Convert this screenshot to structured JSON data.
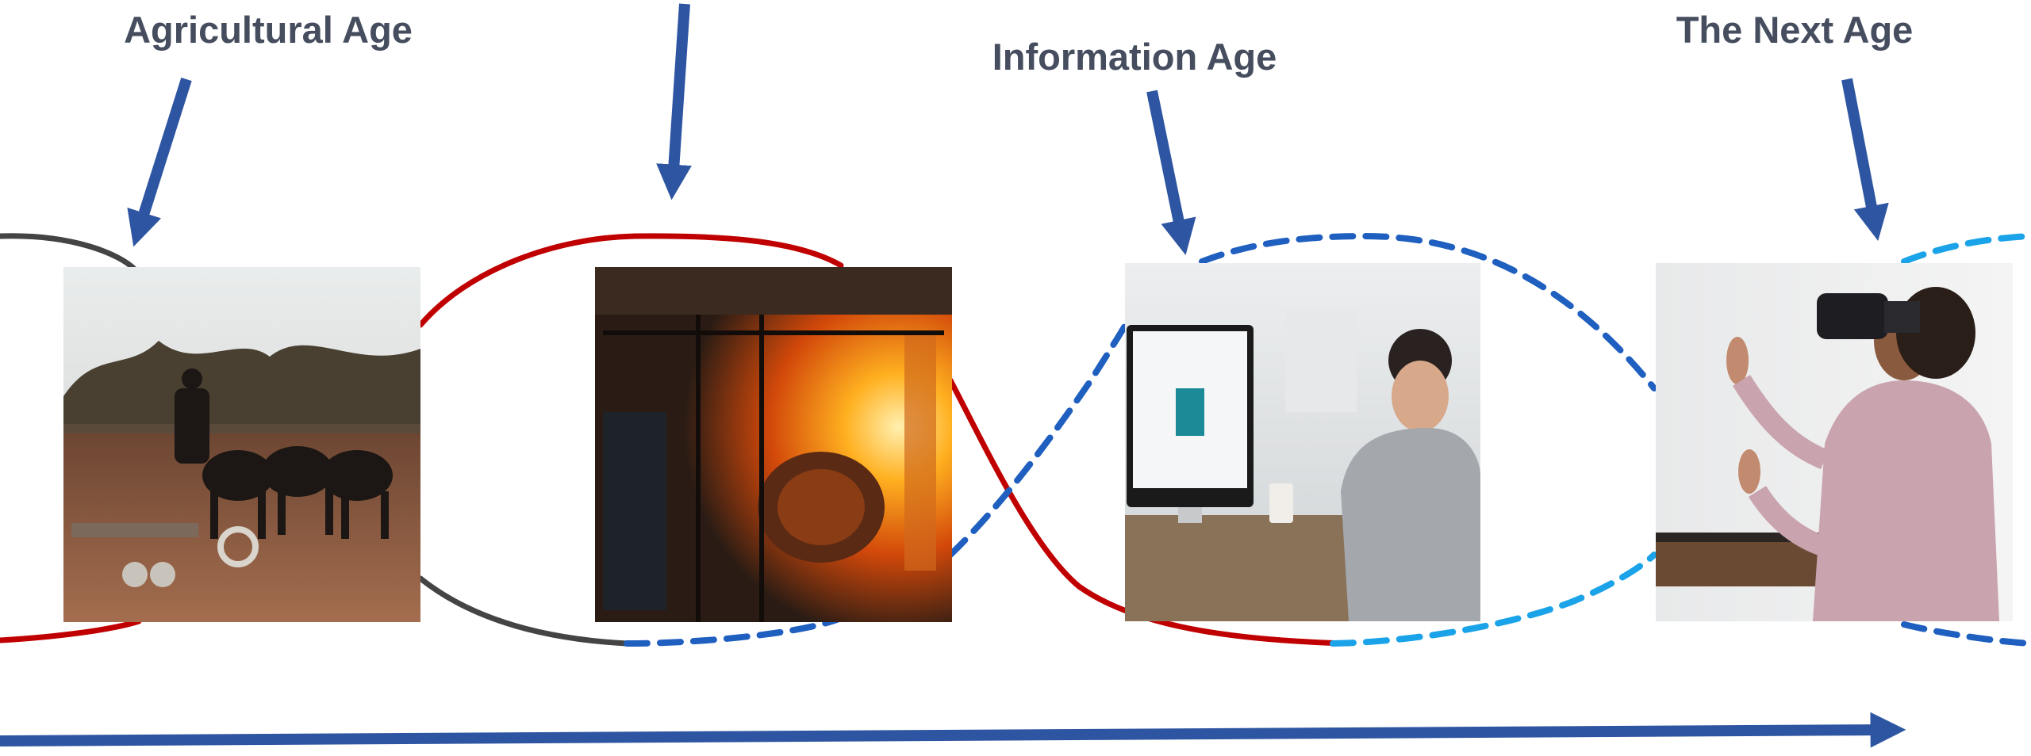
{
  "labels": {
    "agricultural": "Agricultural Age",
    "information": "Information Age",
    "next": "The Next Age"
  },
  "images": {
    "farm": "horse-drawn plow farming scene",
    "factory": "steel mill furnace interior",
    "office": "man working at desktop computer",
    "vr": "woman wearing virtual reality headset"
  },
  "colors": {
    "arrow": "#2e55a1",
    "label": "#454d5e",
    "dark_curve": "#444444",
    "red_curve": "#c00000",
    "blue_dashed": "#1f5fbf",
    "light_blue_dashed": "#1aa3e8"
  }
}
